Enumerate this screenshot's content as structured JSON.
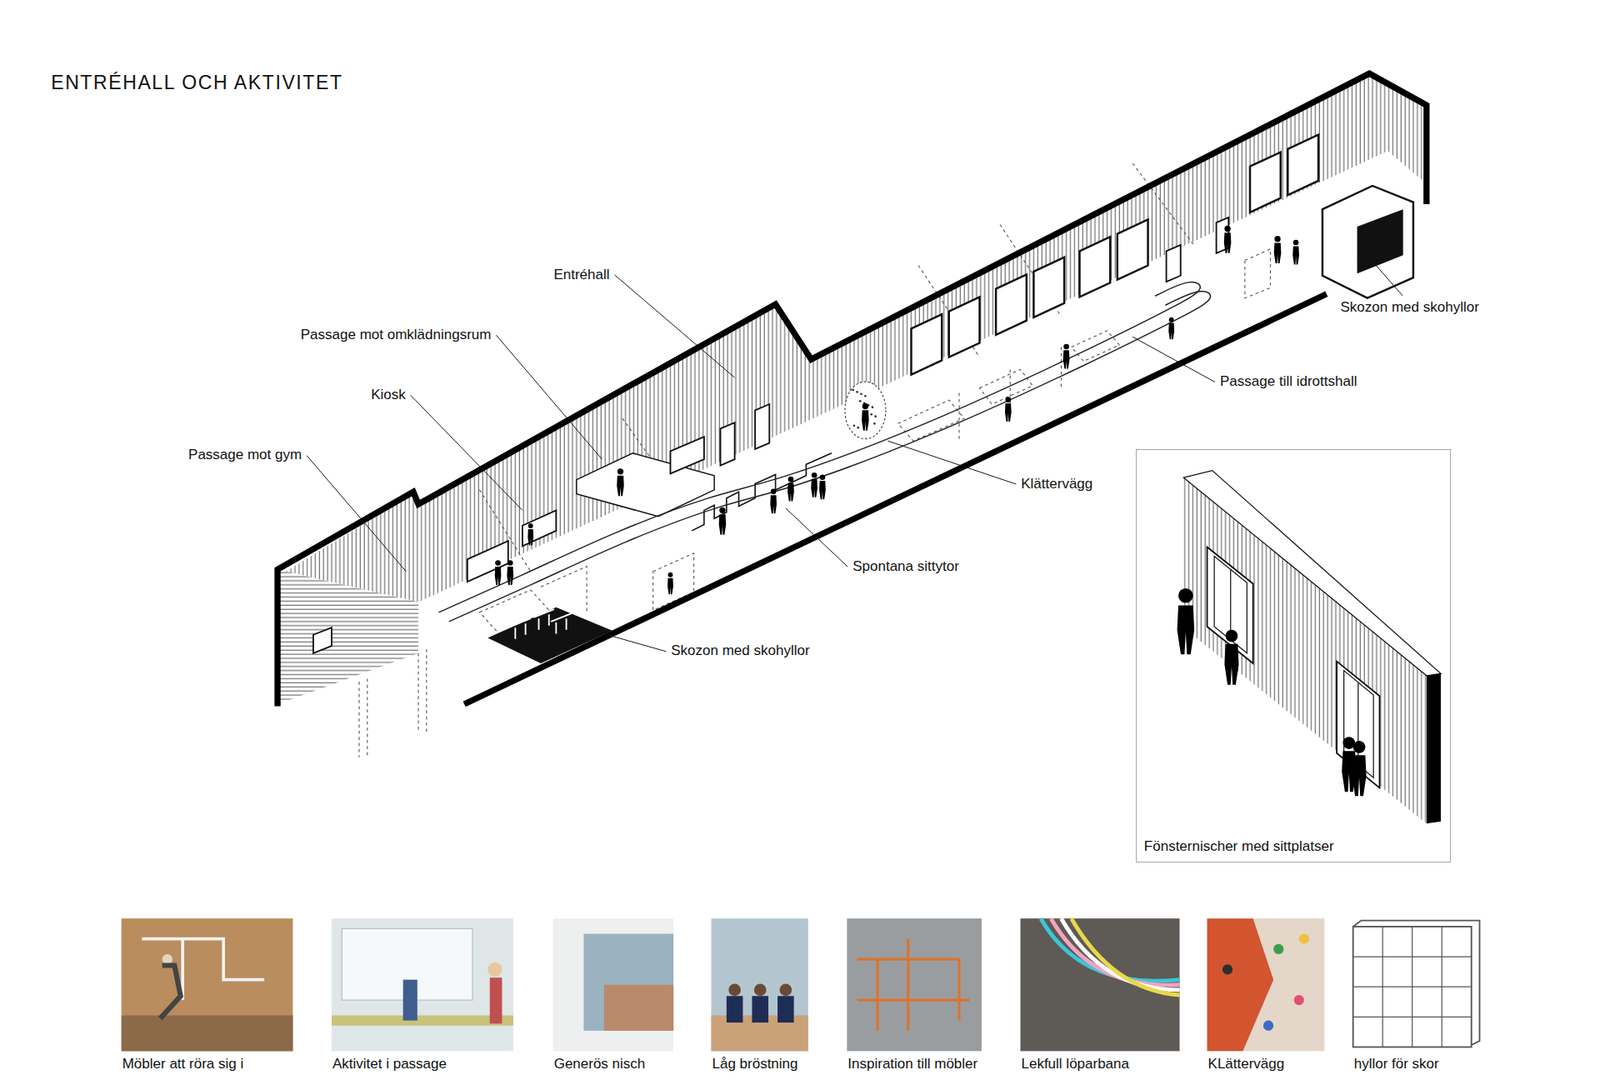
{
  "diagram": {
    "title": "ENTRÉHALL OCH AKTIVITET",
    "nodes": [
      {
        "text": [
          "Fönsternischer med sittplatser"
        ]
      },
      {
        "text": [
          "Möbler att röra sig i"
        ]
      },
      {
        "text": [
          "Aktivitet i passage"
        ]
      },
      {
        "text": [
          "Generös nisch"
        ]
      },
      {
        "text": [
          "Låg bröstning"
        ]
      },
      {
        "text": [
          "Inspiration till möbler"
        ]
      },
      {
        "text": [
          "Lekfull löparbana"
        ]
      },
      {
        "text": [
          "KLättervägg"
        ]
      },
      {
        "text": [
          "hyllor för skor"
        ]
      }
    ],
    "labels": [
      "Entréhall",
      "Passage mot omklädningsrum",
      "Kiosk",
      "Passage mot gym",
      "Skozon med skohyllor",
      "Spontana sittytor",
      "Klättervägg",
      "Passage till idrottshall",
      "Skozon med skohyllor"
    ]
  }
}
